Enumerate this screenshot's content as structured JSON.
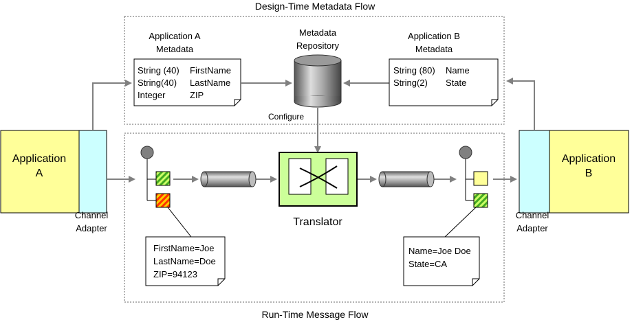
{
  "design_time_title": "Design-Time Metadata Flow",
  "run_time_title": "Run-Time Message Flow",
  "app_a": {
    "name_line1": "Application",
    "name_line2": "A"
  },
  "app_b": {
    "name_line1": "Application",
    "name_line2": "B"
  },
  "adapter_a": {
    "line1": "Channel",
    "line2": "Adapter"
  },
  "adapter_b": {
    "line1": "Channel",
    "line2": "Adapter"
  },
  "app_a_metadata": {
    "title_line1": "Application A",
    "title_line2": "Metadata",
    "rows": [
      {
        "type": "String (40)",
        "field": "FirstName"
      },
      {
        "type": "String(40)",
        "field": "LastName"
      },
      {
        "type": "Integer",
        "field": "ZIP"
      }
    ]
  },
  "app_b_metadata": {
    "title_line1": "Application B",
    "title_line2": "Metadata",
    "rows": [
      {
        "type": "String (80)",
        "field": "Name"
      },
      {
        "type": "String(2)",
        "field": "State"
      }
    ]
  },
  "repository": {
    "title_line1": "Metadata",
    "title_line2": "Repository",
    "configure_label": "Configure"
  },
  "translator": {
    "label": "Translator"
  },
  "message_a": {
    "lines": [
      "FirstName=Joe",
      "LastName=Doe",
      "ZIP=94123"
    ]
  },
  "message_b": {
    "lines": [
      "Name=Joe Doe",
      "State=CA"
    ]
  },
  "colors": {
    "application_fill": "#ffff99",
    "adapter_fill": "#ccffff",
    "translator_fill": "#ccff99",
    "arrow": "#808080",
    "field_green": "#66cc33",
    "field_red": "#ff3300",
    "field_yellow": "#ffff99"
  }
}
